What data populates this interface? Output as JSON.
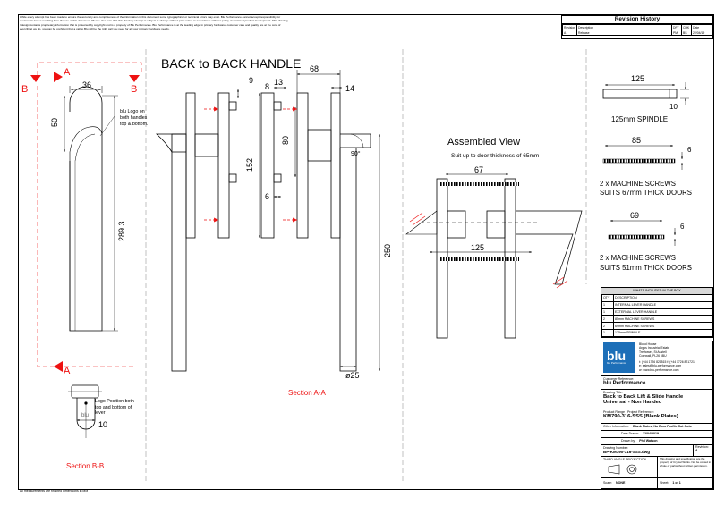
{
  "disclaimer": "While every attempt has been made to ensure the accuracy and completeness of the information in this document some typographical or technical errors may exist. Blu Performance cannot accept responsibility for customers' losses resulting from the use of this document. Please also note that this drawing / design is subject to change without prior notice in accordance with our policy of continual product development. This drawing / design contains proprietary information that is protected by copyright and is a property of Blu Performance. Blu Performance is at the leading edge in primary hardware, customer care and quality are at the core of everything we do, you can be confident that a call to Blu will be the right call you need for all your primary hardware needs.",
  "footnote": "All measurements are finished dimensions in MM",
  "revision": {
    "title": "Revision History",
    "headers": [
      "Revision",
      "Description",
      "DFT",
      "CHK",
      "Date"
    ],
    "row": [
      "A",
      "Release",
      "PM",
      "BS",
      "22/04/19"
    ]
  },
  "views": {
    "left_handle": {
      "dim_width": "36",
      "dim_upper": "50",
      "dim_height": "289.3",
      "note": "blu Logo on both handles top & bottom.",
      "markers": [
        "A",
        "A",
        "B",
        "B"
      ]
    },
    "section_bb": {
      "label": "Section B-B",
      "note": "Logo Position both top and bottom of lever",
      "dim": "10",
      "logo": "blu"
    },
    "back_to_back": {
      "title": "BACK to BACK HANDLE",
      "dims": [
        "9",
        "8",
        "13",
        "68",
        "14",
        "80",
        "152",
        "6",
        "250",
        "ø25"
      ],
      "angle": "90°",
      "label": "Section A-A"
    },
    "assembled": {
      "title": "Assembled View",
      "subtitle": "Suit up to door thickness of 65mm",
      "dims": [
        "67",
        "125"
      ]
    },
    "parts": [
      {
        "dim": "125",
        "dim2": "10",
        "caption": [
          "125mm SPINDLE"
        ]
      },
      {
        "dim": "85",
        "dim2": "6",
        "caption": [
          "2 x MACHINE SCREWS",
          "SUITS 67mm THICK DOORS"
        ]
      },
      {
        "dim": "69",
        "dim2": "6",
        "caption": [
          "2 x MACHINE SCREWS",
          "SUITS 51mm THICK DOORS"
        ]
      }
    ]
  },
  "included": {
    "title": "WHATS INCLUDED IN THE BOX",
    "headers": [
      "QTY",
      "DESCRIPTION"
    ],
    "rows": [
      [
        "1",
        "INTERNAL LEVER HANDLE"
      ],
      [
        "1",
        "EXTERNAL LEVER HANDLE"
      ],
      [
        "2",
        "85mm MACHINE SCREWS"
      ],
      [
        "2",
        "69mm MACHINE SCREWS"
      ],
      [
        "1",
        "125mm SPINDLE"
      ]
    ]
  },
  "company": {
    "logo_text": "blu",
    "logo_sub": "blu Performance",
    "address": [
      "Blood House",
      "Argos Industrial Estate",
      "Trelhowel, St Austell",
      "Cornwall, PL26 5BU"
    ],
    "contacts": [
      "t: (+44 1726 821515   f: (+44 1726 821721",
      "e: sales@blu-performance.com",
      "w: www.blu-performance.com"
    ]
  },
  "title_block": {
    "customer_label": "Customer Reference:",
    "customer_value": "blu Performance",
    "drawing_title_label": "Drawing Title:",
    "drawing_title": [
      "Back to Back Lift & Slide Handle",
      "Universal - Non Handed"
    ],
    "product_label": "Product Range / Project Reference:",
    "product_value": "KM790-316-SSS (Blank Plates)",
    "other_label": "Other Information:",
    "other_value": "Blank Plates, No Euro Profile Cut Outs",
    "date_label": "Date Drawn:",
    "date_value": "22/04/2019",
    "drawn_label": "Drawn by:",
    "drawn_value": "Phil Watson",
    "number_label": "Drawing Number:",
    "number_value": "BP-KM790-316-SSS.dwg",
    "revision_label": "Revision:",
    "revision_value": "A",
    "projection": "THIRD ANGLE PROJECTION",
    "copyright": "This drawing and specification are the property of Crystal Works. Not be copied in whole or part/without written permission.",
    "scale_label": "Scale:",
    "scale_value": "NONE",
    "sheet_label": "Sheet:",
    "sheet_value": "1 of 1"
  }
}
